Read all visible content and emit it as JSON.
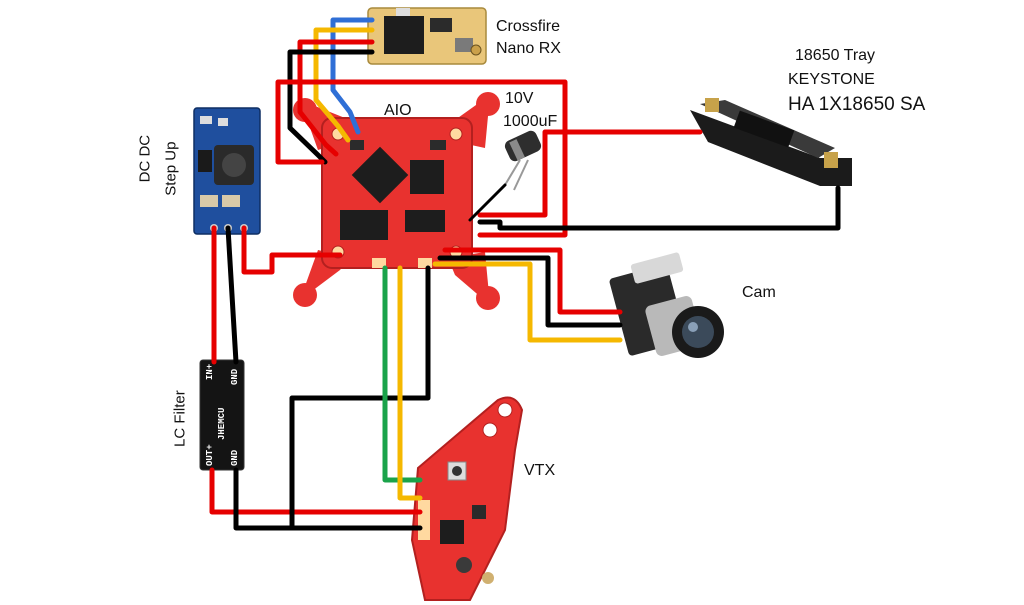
{
  "labels": {
    "crossfire_line1": "Crossfire",
    "crossfire_line2": "Nano RX",
    "aio": "AIO",
    "cap_line1": "10V",
    "cap_line2": "1000uF",
    "tray_line1": "18650 Tray",
    "tray_line2": "KEYSTONE",
    "tray_line3": "HA 1X18650 SA",
    "dcdc_line1": "DC DC",
    "dcdc_line2": "Step Up",
    "cam": "Cam",
    "lc_filter": "LC Filter",
    "vtx": "VTX"
  },
  "lc_filter_pins": {
    "in_plus": "IN+",
    "gnd_top": "GND",
    "out_plus": "OUT+",
    "gnd_bottom": "GND",
    "brand": "JHEMCU"
  },
  "colors": {
    "positive_wire": "#e60000",
    "ground_wire": "#000000",
    "signal_yellow": "#f5b800",
    "signal_blue": "#2f6fd6",
    "signal_green": "#1aa34a",
    "board_red": "#e8322f",
    "module_blue": "#1f4f9e"
  }
}
